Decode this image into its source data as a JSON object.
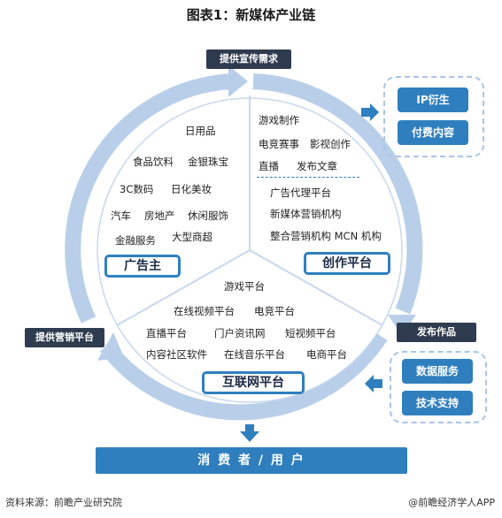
{
  "title": "图表1：新媒体产业链",
  "labels": {
    "demand": "提供宣传需求",
    "marketing_platform": "提供营销平台",
    "publish_works": "发布作品"
  },
  "right_top_buttons": [
    "IP衍生",
    "付费内容"
  ],
  "right_bottom_buttons": [
    "数据服务",
    "技术支持"
  ],
  "sectors": {
    "advertiser": {
      "label": "广告主",
      "items": [
        "日用品",
        "食品饮料",
        "金银珠宝",
        "3C数码",
        "日化美妆",
        "汽车",
        "房地产",
        "休闲服饰",
        "金融服务",
        "大型商超"
      ]
    },
    "creation": {
      "label": "创作平台",
      "items_top": [
        "游戏制作",
        "电竞赛事",
        "影视创作",
        "直播",
        "发布文章"
      ],
      "items_bottom": [
        "广告代理平台",
        "新媒体营销机构",
        "整合营销机构 MCN 机构"
      ]
    },
    "internet": {
      "label": "互联网平台",
      "items": [
        "游戏平台",
        "在线视频平台",
        "电竞平台",
        "直播平台",
        "门户资讯网",
        "短视频平台",
        "内容社区软件",
        "在线音乐平台",
        "电商平台"
      ]
    }
  },
  "consumer": "消 费 者 / 用 户",
  "footer": {
    "source": "资料来源：前瞻产业研究院",
    "brand": "@前瞻经济学人APP"
  },
  "colors": {
    "ring": "#b9cfe9",
    "accent": "#2f7fbf",
    "dark": "#2f3b4e"
  }
}
